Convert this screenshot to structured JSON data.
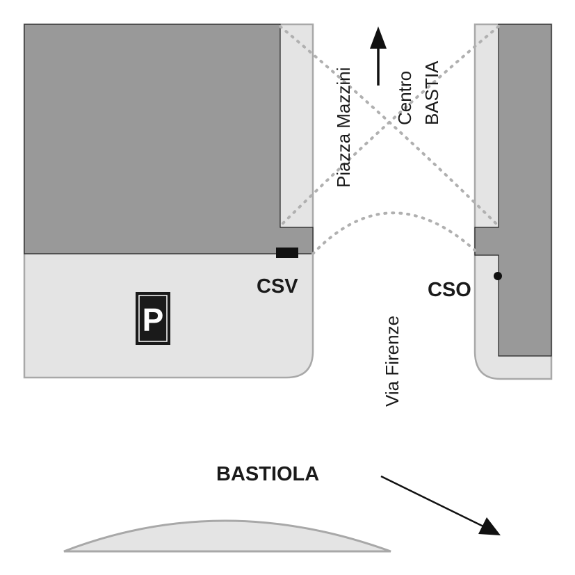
{
  "map": {
    "street_labels": {
      "piazza": "Piazza Mazzini",
      "via": "Via Firenze",
      "direction_line1": "Centro",
      "direction_line2": "BASTIA"
    },
    "stop_labels": {
      "csv": "CSV",
      "cso": "CSO"
    },
    "area_labels": {
      "bastiola": "BASTIOLA"
    },
    "parking_symbol": "P",
    "colors": {
      "building": "#999999",
      "sidewalk": "#e4e4e4",
      "outline": "#a8a8a8",
      "dotted_line": "#b0b0b0",
      "ink": "#111111",
      "background": "#ffffff"
    },
    "icons": [
      "parking-icon",
      "north-arrow-icon",
      "southeast-arrow-icon",
      "bus-stop-marker-icon",
      "bus-stop-dot-icon"
    ]
  }
}
